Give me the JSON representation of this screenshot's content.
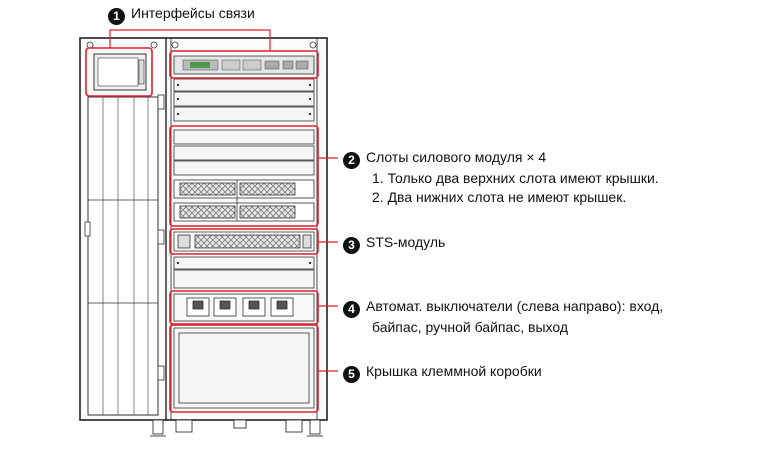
{
  "callouts": [
    {
      "number": "1",
      "title": "Интерфейсы связи",
      "lines": []
    },
    {
      "number": "2",
      "title": "Слоты силового модуля × 4",
      "lines": [
        "1. Только два верхних слота имеют крышки.",
        "2. Два нижних слота не имеют крышек."
      ]
    },
    {
      "number": "3",
      "title": "STS-модуль",
      "lines": []
    },
    {
      "number": "4",
      "title": "Автомат. выключатели (слева направо): вход,",
      "lines": [
        "байпас, ручной байпас, выход"
      ]
    },
    {
      "number": "5",
      "title": "Крышка клеммной коробки",
      "lines": []
    }
  ],
  "colors": {
    "highlight": "#e0202a",
    "outline": "#222222",
    "panel": "#f4f4f4"
  }
}
